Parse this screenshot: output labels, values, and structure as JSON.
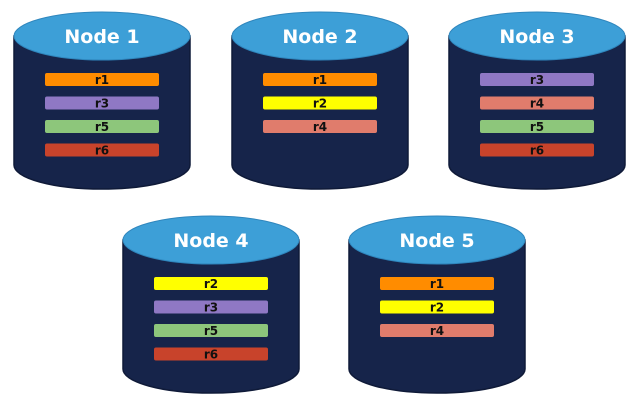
{
  "colors": {
    "cylinder_body": "#16244a",
    "cylinder_edge": "#0f1a38",
    "cylinder_top": "#3d9fd7",
    "cylinder_top_edge": "#2f86bd",
    "title_text": "#ffffff",
    "bar_text": "#111111",
    "r1": "#ff8c00",
    "r2": "#ffff00",
    "r3": "#8f78c4",
    "r4": "#e07c6c",
    "r5": "#8dc67b",
    "r6": "#c8432b"
  },
  "nodes": [
    {
      "title": "Node 1",
      "replicas": [
        "r1",
        "r3",
        "r5",
        "r6"
      ]
    },
    {
      "title": "Node 2",
      "replicas": [
        "r1",
        "r2",
        "r4"
      ]
    },
    {
      "title": "Node 3",
      "replicas": [
        "r3",
        "r4",
        "r5",
        "r6"
      ]
    },
    {
      "title": "Node 4",
      "replicas": [
        "r2",
        "r3",
        "r5",
        "r6"
      ]
    },
    {
      "title": "Node 5",
      "replicas": [
        "r1",
        "r2",
        "r4"
      ]
    }
  ]
}
